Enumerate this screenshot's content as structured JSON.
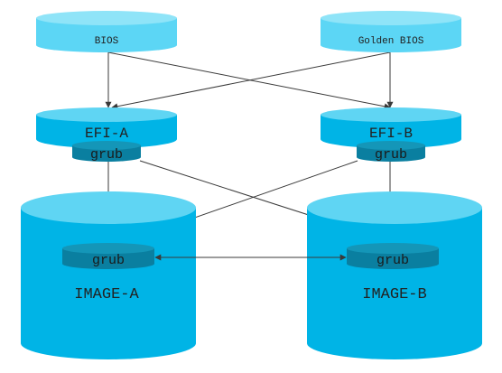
{
  "nodes": {
    "bios": {
      "label": "BIOS"
    },
    "golden_bios": {
      "label": "Golden BIOS"
    },
    "efi_a": {
      "label": "EFI-A",
      "sub_label": "grub"
    },
    "efi_b": {
      "label": "EFI-B",
      "sub_label": "grub"
    },
    "image_a": {
      "label": "IMAGE-A",
      "sub_label": "grub"
    },
    "image_b": {
      "label": "IMAGE-B",
      "sub_label": "grub"
    }
  },
  "edges": [
    {
      "from": "bios",
      "to": "efi_a"
    },
    {
      "from": "bios",
      "to": "efi_b"
    },
    {
      "from": "golden_bios",
      "to": "efi_a"
    },
    {
      "from": "golden_bios",
      "to": "efi_b"
    },
    {
      "from": "efi_a",
      "to": "image_a"
    },
    {
      "from": "efi_a",
      "to": "image_b"
    },
    {
      "from": "efi_b",
      "to": "image_a"
    },
    {
      "from": "efi_b",
      "to": "image_b"
    },
    {
      "from": "image_a",
      "to": "image_b",
      "bidirectional": true
    }
  ],
  "colors": {
    "cylinder_body": "#00b4e6",
    "cylinder_top": "#5fd5f3",
    "grub_body": "#0a7fa0",
    "grub_top": "#1496b8",
    "bios_body": "#5cd6f5",
    "bios_top": "#8fe4f8",
    "edge": "#3a3a3a"
  }
}
